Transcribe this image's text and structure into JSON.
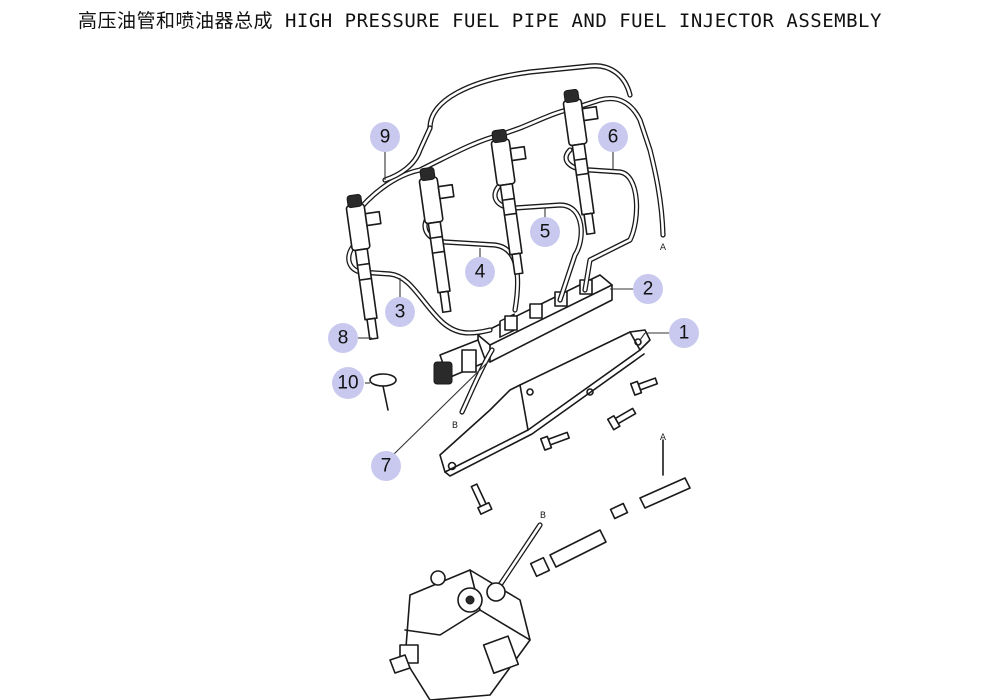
{
  "title": "高压油管和喷油器总成 HIGH PRESSURE FUEL PIPE AND FUEL INJECTOR ASSEMBLY",
  "accent_color": "#c9c9ef",
  "callouts": [
    {
      "id": "1",
      "label": "1"
    },
    {
      "id": "2",
      "label": "2"
    },
    {
      "id": "3",
      "label": "3"
    },
    {
      "id": "4",
      "label": "4"
    },
    {
      "id": "5",
      "label": "5"
    },
    {
      "id": "6",
      "label": "6"
    },
    {
      "id": "7",
      "label": "7"
    },
    {
      "id": "8",
      "label": "8"
    },
    {
      "id": "9",
      "label": "9"
    },
    {
      "id": "10",
      "label": "10"
    }
  ],
  "refs": {
    "a_top": "A",
    "a_bottom": "A",
    "b_top": "B",
    "b_bottom": "B"
  }
}
